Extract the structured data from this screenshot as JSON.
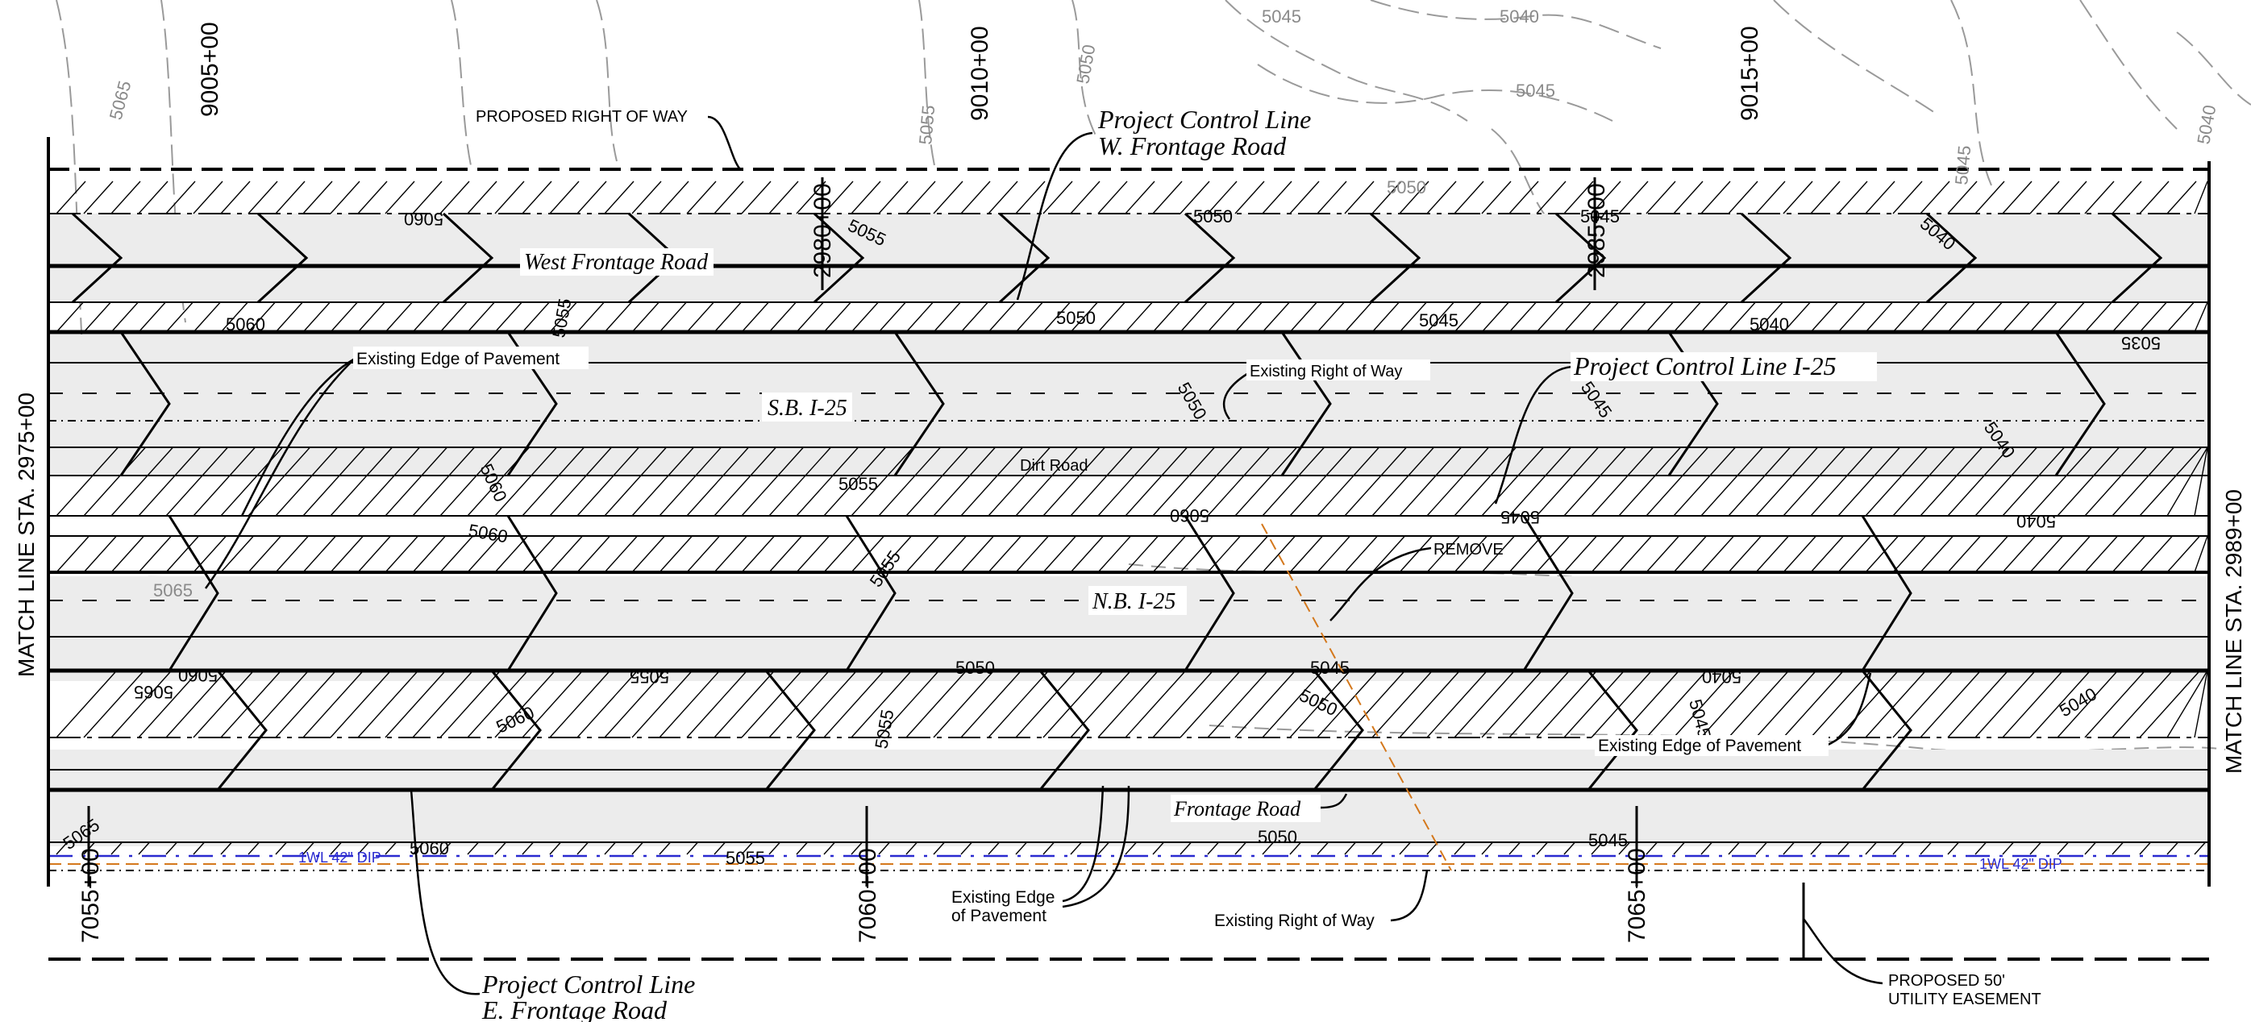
{
  "colors": {
    "linework": "#000000",
    "contours": "#9a9a9a",
    "pavement_fill": "#ececec",
    "water_line": "#2a2ad0",
    "fiber_line": "#d4781c"
  },
  "match_lines": {
    "left": "MATCH LINE STA. 2975+00",
    "right": "MATCH LINE STA. 2989+00"
  },
  "stations": {
    "w_frontage": [
      "9005+00",
      "9010+00",
      "9015+00"
    ],
    "i25": [
      "2980+00",
      "2985+00"
    ],
    "e_frontage": [
      "7055+00",
      "7060+00",
      "7065+00"
    ]
  },
  "callouts": {
    "proposed_row": "PROPOSED RIGHT OF WAY",
    "pcl_w_frontage_1": "Project Control Line",
    "pcl_w_frontage_2": "W. Frontage Road",
    "pcl_i25": "Project Control Line I-25",
    "pcl_e_frontage_1": "Project Control Line",
    "pcl_e_frontage_2": "E. Frontage Road",
    "existing_edge_top": "Existing Edge of Pavement",
    "existing_edge_right": "Existing Edge of Pavement",
    "existing_edge_bottom_1": "Existing Edge",
    "existing_edge_bottom_2": "of Pavement",
    "existing_row_top": "Existing Right of Way",
    "existing_row_bottom": "Existing Right of Way",
    "remove": "REMOVE",
    "utility_easement_1": "PROPOSED 50'",
    "utility_easement_2": "UTILITY EASEMENT"
  },
  "roads": {
    "west_frontage": "West Frontage Road",
    "sb_i25": "S.B. I-25",
    "dirt_road": "Dirt Road",
    "nb_i25": "N.B. I-25",
    "frontage": "Frontage Road"
  },
  "contours": {
    "values": [
      "5065",
      "5060",
      "5055",
      "5050",
      "5045",
      "5040",
      "5035"
    ]
  },
  "utilities": {
    "water_left": "1WL 42\" DIP",
    "water_right": "1WL 42\" DIP"
  }
}
